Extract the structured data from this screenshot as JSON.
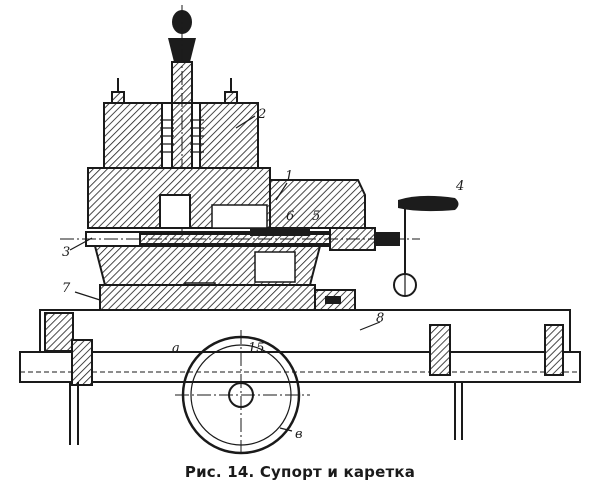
{
  "caption": "Рис. 14. Супорт и каретка",
  "labels": {
    "l1": "1",
    "l2": "2",
    "l3": "3",
    "l4": "4",
    "l5": "5",
    "l6": "6",
    "l7": "7",
    "l8": "8",
    "la": "a",
    "l15": "15",
    "lv": "в"
  }
}
